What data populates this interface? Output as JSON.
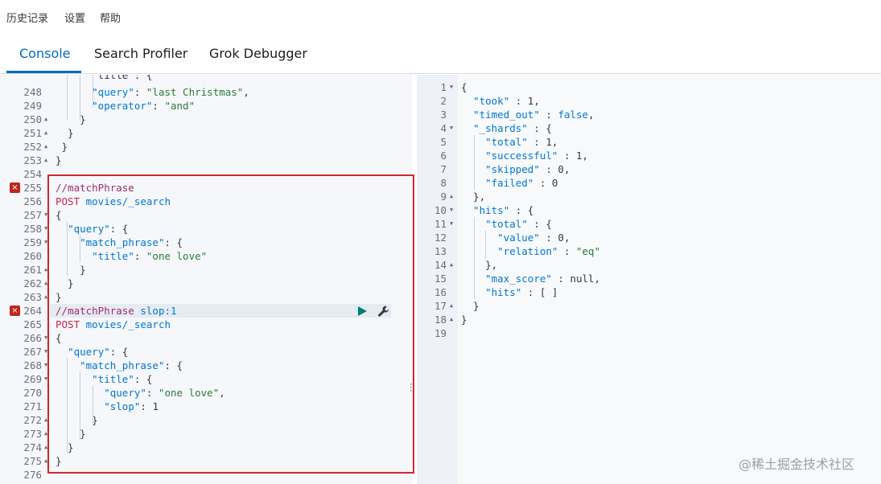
{
  "menu": {
    "history": "历史记录",
    "settings": "设置",
    "help": "帮助"
  },
  "tabs": [
    {
      "label": "Console",
      "active": true
    },
    {
      "label": "Search Profiler",
      "active": false
    },
    {
      "label": "Grok Debugger",
      "active": false
    }
  ],
  "request_editor": {
    "partial_top_line": "      \"title\": {",
    "lines": [
      {
        "n": "248",
        "fold": "",
        "err": false,
        "tokens": [
          [
            "      ",
            "punc"
          ],
          [
            "\"query\"",
            "key"
          ],
          [
            ": ",
            "punc"
          ],
          [
            "\"last Christmas\"",
            "str"
          ],
          [
            ",",
            "punc"
          ]
        ]
      },
      {
        "n": "249",
        "fold": "",
        "err": false,
        "tokens": [
          [
            "      ",
            "punc"
          ],
          [
            "\"operator\"",
            "key"
          ],
          [
            ": ",
            "punc"
          ],
          [
            "\"and\"",
            "str"
          ]
        ]
      },
      {
        "n": "250",
        "fold": "▲",
        "err": false,
        "tokens": [
          [
            "    }",
            "punc"
          ]
        ]
      },
      {
        "n": "251",
        "fold": "▲",
        "err": false,
        "tokens": [
          [
            "  }",
            "punc"
          ]
        ]
      },
      {
        "n": "252",
        "fold": "▲",
        "err": false,
        "tokens": [
          [
            " }",
            "punc"
          ]
        ]
      },
      {
        "n": "253",
        "fold": "▲",
        "err": false,
        "tokens": [
          [
            "}",
            "punc"
          ]
        ]
      },
      {
        "n": "254",
        "fold": "",
        "err": false,
        "tokens": []
      },
      {
        "n": "255",
        "fold": "",
        "err": true,
        "tokens": [
          [
            "//matchPhrase",
            "cmt"
          ]
        ]
      },
      {
        "n": "256",
        "fold": "",
        "err": false,
        "tokens": [
          [
            "POST",
            "method"
          ],
          [
            " movies/_search",
            "url"
          ]
        ]
      },
      {
        "n": "257",
        "fold": "▼",
        "err": false,
        "tokens": [
          [
            "{",
            "punc"
          ]
        ]
      },
      {
        "n": "258",
        "fold": "▼",
        "err": false,
        "tokens": [
          [
            "  ",
            "punc"
          ],
          [
            "\"query\"",
            "key"
          ],
          [
            ": {",
            "punc"
          ]
        ]
      },
      {
        "n": "259",
        "fold": "▼",
        "err": false,
        "tokens": [
          [
            "    ",
            "punc"
          ],
          [
            "\"match_phrase\"",
            "key"
          ],
          [
            ": {",
            "punc"
          ]
        ]
      },
      {
        "n": "260",
        "fold": "",
        "err": false,
        "tokens": [
          [
            "      ",
            "punc"
          ],
          [
            "\"title\"",
            "key"
          ],
          [
            ": ",
            "punc"
          ],
          [
            "\"one love\"",
            "str"
          ]
        ]
      },
      {
        "n": "261",
        "fold": "▲",
        "err": false,
        "tokens": [
          [
            "    }",
            "punc"
          ]
        ]
      },
      {
        "n": "262",
        "fold": "▲",
        "err": false,
        "tokens": [
          [
            "  }",
            "punc"
          ]
        ]
      },
      {
        "n": "263",
        "fold": "▲",
        "err": false,
        "tokens": [
          [
            "}",
            "punc"
          ]
        ]
      },
      {
        "n": "264",
        "fold": "",
        "err": true,
        "highlight": true,
        "tokens": [
          [
            "//matchPhrase",
            "cmt"
          ],
          [
            " slop:1",
            "url"
          ]
        ]
      },
      {
        "n": "265",
        "fold": "",
        "err": false,
        "tokens": [
          [
            "POST",
            "method"
          ],
          [
            " movies/_search",
            "url"
          ]
        ]
      },
      {
        "n": "266",
        "fold": "▼",
        "err": false,
        "tokens": [
          [
            "{",
            "punc"
          ]
        ]
      },
      {
        "n": "267",
        "fold": "▼",
        "err": false,
        "tokens": [
          [
            "  ",
            "punc"
          ],
          [
            "\"query\"",
            "key"
          ],
          [
            ": {",
            "punc"
          ]
        ]
      },
      {
        "n": "268",
        "fold": "▼",
        "err": false,
        "tokens": [
          [
            "    ",
            "punc"
          ],
          [
            "\"match_phrase\"",
            "key"
          ],
          [
            ": {",
            "punc"
          ]
        ]
      },
      {
        "n": "269",
        "fold": "▼",
        "err": false,
        "tokens": [
          [
            "      ",
            "punc"
          ],
          [
            "\"title\"",
            "key"
          ],
          [
            ": {",
            "punc"
          ]
        ]
      },
      {
        "n": "270",
        "fold": "",
        "err": false,
        "tokens": [
          [
            "        ",
            "punc"
          ],
          [
            "\"query\"",
            "key"
          ],
          [
            ": ",
            "punc"
          ],
          [
            "\"one love\"",
            "str"
          ],
          [
            ",",
            "punc"
          ]
        ]
      },
      {
        "n": "271",
        "fold": "",
        "err": false,
        "tokens": [
          [
            "        ",
            "punc"
          ],
          [
            "\"slop\"",
            "key"
          ],
          [
            ": ",
            "punc"
          ],
          [
            "1",
            "num"
          ]
        ]
      },
      {
        "n": "272",
        "fold": "▲",
        "err": false,
        "tokens": [
          [
            "      }",
            "punc"
          ]
        ]
      },
      {
        "n": "273",
        "fold": "▲",
        "err": false,
        "tokens": [
          [
            "    }",
            "punc"
          ]
        ]
      },
      {
        "n": "274",
        "fold": "▲",
        "err": false,
        "tokens": [
          [
            "  }",
            "punc"
          ]
        ]
      },
      {
        "n": "275",
        "fold": "▲",
        "err": false,
        "tokens": [
          [
            "}",
            "punc"
          ]
        ]
      },
      {
        "n": "276",
        "fold": "",
        "err": false,
        "tokens": []
      }
    ]
  },
  "response_editor": {
    "lines": [
      {
        "n": "1",
        "fold": "▼",
        "tokens": [
          [
            "{",
            "punc"
          ]
        ]
      },
      {
        "n": "2",
        "fold": "",
        "tokens": [
          [
            "  ",
            "punc"
          ],
          [
            "\"took\"",
            "key"
          ],
          [
            " : ",
            "punc"
          ],
          [
            "1",
            "num"
          ],
          [
            ",",
            "punc"
          ]
        ]
      },
      {
        "n": "3",
        "fold": "",
        "tokens": [
          [
            "  ",
            "punc"
          ],
          [
            "\"timed_out\"",
            "key"
          ],
          [
            " : ",
            "punc"
          ],
          [
            "false",
            "bool"
          ],
          [
            ",",
            "punc"
          ]
        ]
      },
      {
        "n": "4",
        "fold": "▼",
        "tokens": [
          [
            "  ",
            "punc"
          ],
          [
            "\"_shards\"",
            "key"
          ],
          [
            " : {",
            "punc"
          ]
        ]
      },
      {
        "n": "5",
        "fold": "",
        "tokens": [
          [
            "    ",
            "punc"
          ],
          [
            "\"total\"",
            "key"
          ],
          [
            " : ",
            "punc"
          ],
          [
            "1",
            "num"
          ],
          [
            ",",
            "punc"
          ]
        ]
      },
      {
        "n": "6",
        "fold": "",
        "tokens": [
          [
            "    ",
            "punc"
          ],
          [
            "\"successful\"",
            "key"
          ],
          [
            " : ",
            "punc"
          ],
          [
            "1",
            "num"
          ],
          [
            ",",
            "punc"
          ]
        ]
      },
      {
        "n": "7",
        "fold": "",
        "tokens": [
          [
            "    ",
            "punc"
          ],
          [
            "\"skipped\"",
            "key"
          ],
          [
            " : ",
            "punc"
          ],
          [
            "0",
            "num"
          ],
          [
            ",",
            "punc"
          ]
        ]
      },
      {
        "n": "8",
        "fold": "",
        "tokens": [
          [
            "    ",
            "punc"
          ],
          [
            "\"failed\"",
            "key"
          ],
          [
            " : ",
            "punc"
          ],
          [
            "0",
            "num"
          ]
        ]
      },
      {
        "n": "9",
        "fold": "▲",
        "tokens": [
          [
            "  },",
            "punc"
          ]
        ]
      },
      {
        "n": "10",
        "fold": "▼",
        "tokens": [
          [
            "  ",
            "punc"
          ],
          [
            "\"hits\"",
            "key"
          ],
          [
            " : {",
            "punc"
          ]
        ]
      },
      {
        "n": "11",
        "fold": "▼",
        "tokens": [
          [
            "    ",
            "punc"
          ],
          [
            "\"total\"",
            "key"
          ],
          [
            " : {",
            "punc"
          ]
        ]
      },
      {
        "n": "12",
        "fold": "",
        "tokens": [
          [
            "      ",
            "punc"
          ],
          [
            "\"value\"",
            "key"
          ],
          [
            " : ",
            "punc"
          ],
          [
            "0",
            "num"
          ],
          [
            ",",
            "punc"
          ]
        ]
      },
      {
        "n": "13",
        "fold": "",
        "tokens": [
          [
            "      ",
            "punc"
          ],
          [
            "\"relation\"",
            "key"
          ],
          [
            " : ",
            "punc"
          ],
          [
            "\"eq\"",
            "str"
          ]
        ]
      },
      {
        "n": "14",
        "fold": "▲",
        "tokens": [
          [
            "    },",
            "punc"
          ]
        ]
      },
      {
        "n": "15",
        "fold": "",
        "tokens": [
          [
            "    ",
            "punc"
          ],
          [
            "\"max_score\"",
            "key"
          ],
          [
            " : ",
            "punc"
          ],
          [
            "null",
            "num"
          ],
          [
            ",",
            "punc"
          ]
        ]
      },
      {
        "n": "16",
        "fold": "",
        "tokens": [
          [
            "    ",
            "punc"
          ],
          [
            "\"hits\"",
            "key"
          ],
          [
            " : [ ]",
            "punc"
          ]
        ]
      },
      {
        "n": "17",
        "fold": "▲",
        "tokens": [
          [
            "  }",
            "punc"
          ]
        ]
      },
      {
        "n": "18",
        "fold": "▲",
        "tokens": [
          [
            "}",
            "punc"
          ]
        ]
      },
      {
        "n": "19",
        "fold": "",
        "tokens": []
      }
    ]
  },
  "icons": {
    "run": "play-icon",
    "settings": "wrench-icon",
    "error": "error-icon"
  },
  "colors": {
    "accent": "#006bb8",
    "selection_border": "#d0282f",
    "error": "#bd271e",
    "run": "#017d73"
  },
  "watermark": "@稀土掘金技术社区"
}
